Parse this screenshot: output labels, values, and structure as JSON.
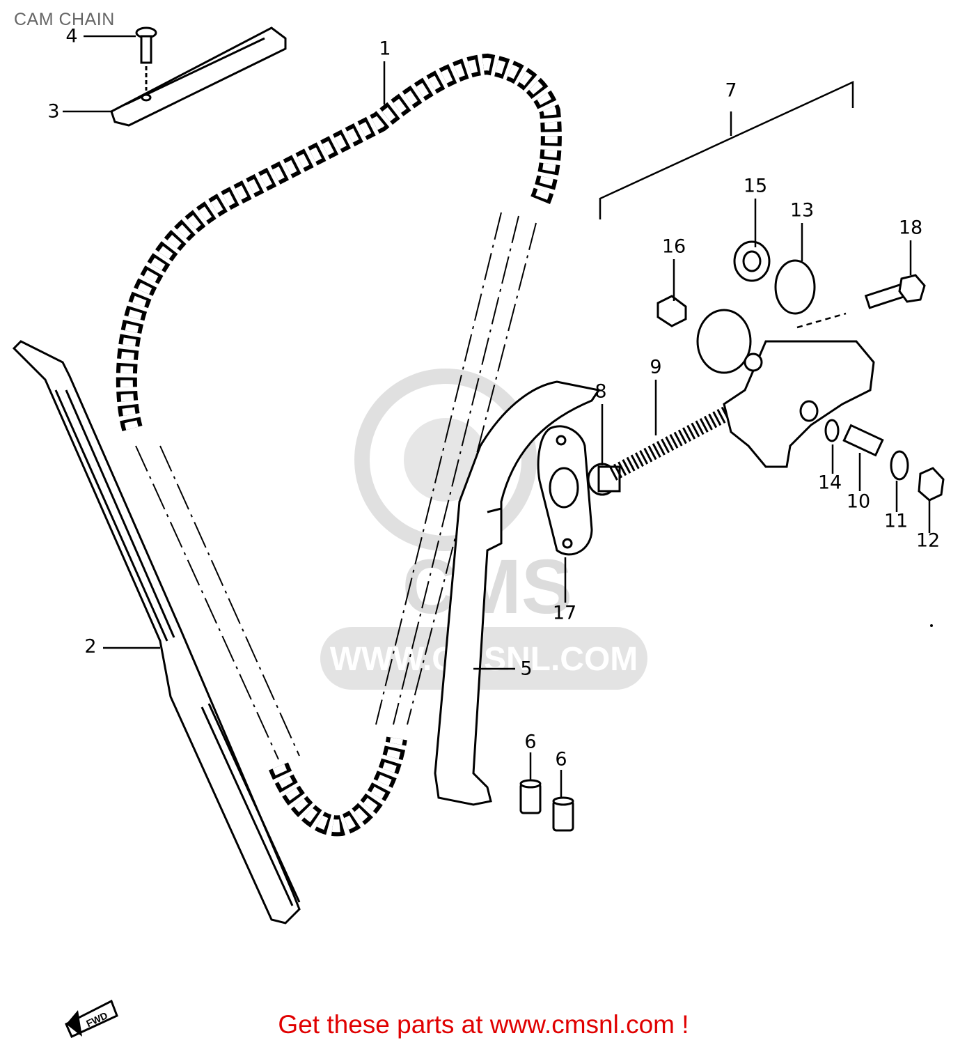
{
  "title": "CAM CHAIN",
  "watermark": {
    "brand": "CMS",
    "site": "WWW.CMSNL.COM"
  },
  "fwd_label": "FWD",
  "callouts": {
    "p1": "1",
    "p2": "2",
    "p3": "3",
    "p4": "4",
    "p5": "5",
    "p6a": "6",
    "p6b": "6",
    "p7": "7",
    "p8": "8",
    "p9": "9",
    "p10": "10",
    "p11": "11",
    "p12": "12",
    "p13": "13",
    "p14": "14",
    "p15": "15",
    "p16": "16",
    "p17": "17",
    "p18": "18"
  },
  "promo": "Get these parts at www.cmsnl.com !",
  "colors": {
    "line": "#000000",
    "watermark": "#d9d9d9",
    "promo": "#e00000",
    "title": "#666666"
  }
}
